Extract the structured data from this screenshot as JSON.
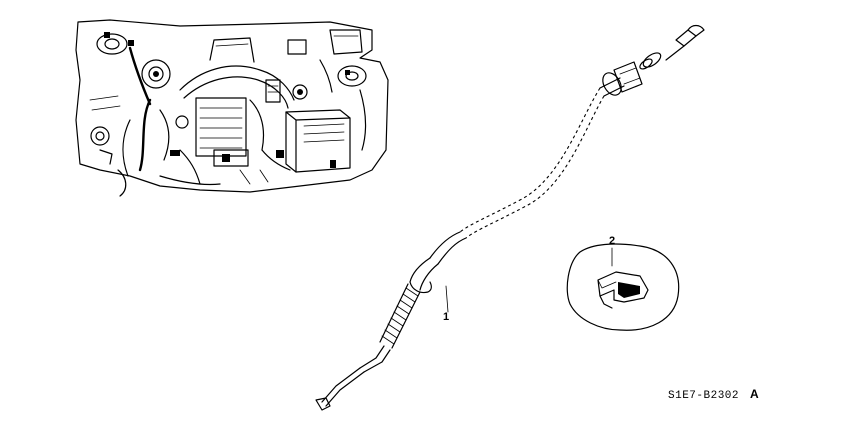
{
  "parts": [
    {
      "callout": "1"
    },
    {
      "callout": "2"
    }
  ],
  "diagram_code": {
    "prefix": "S1E7-B2302",
    "revision": "A"
  }
}
